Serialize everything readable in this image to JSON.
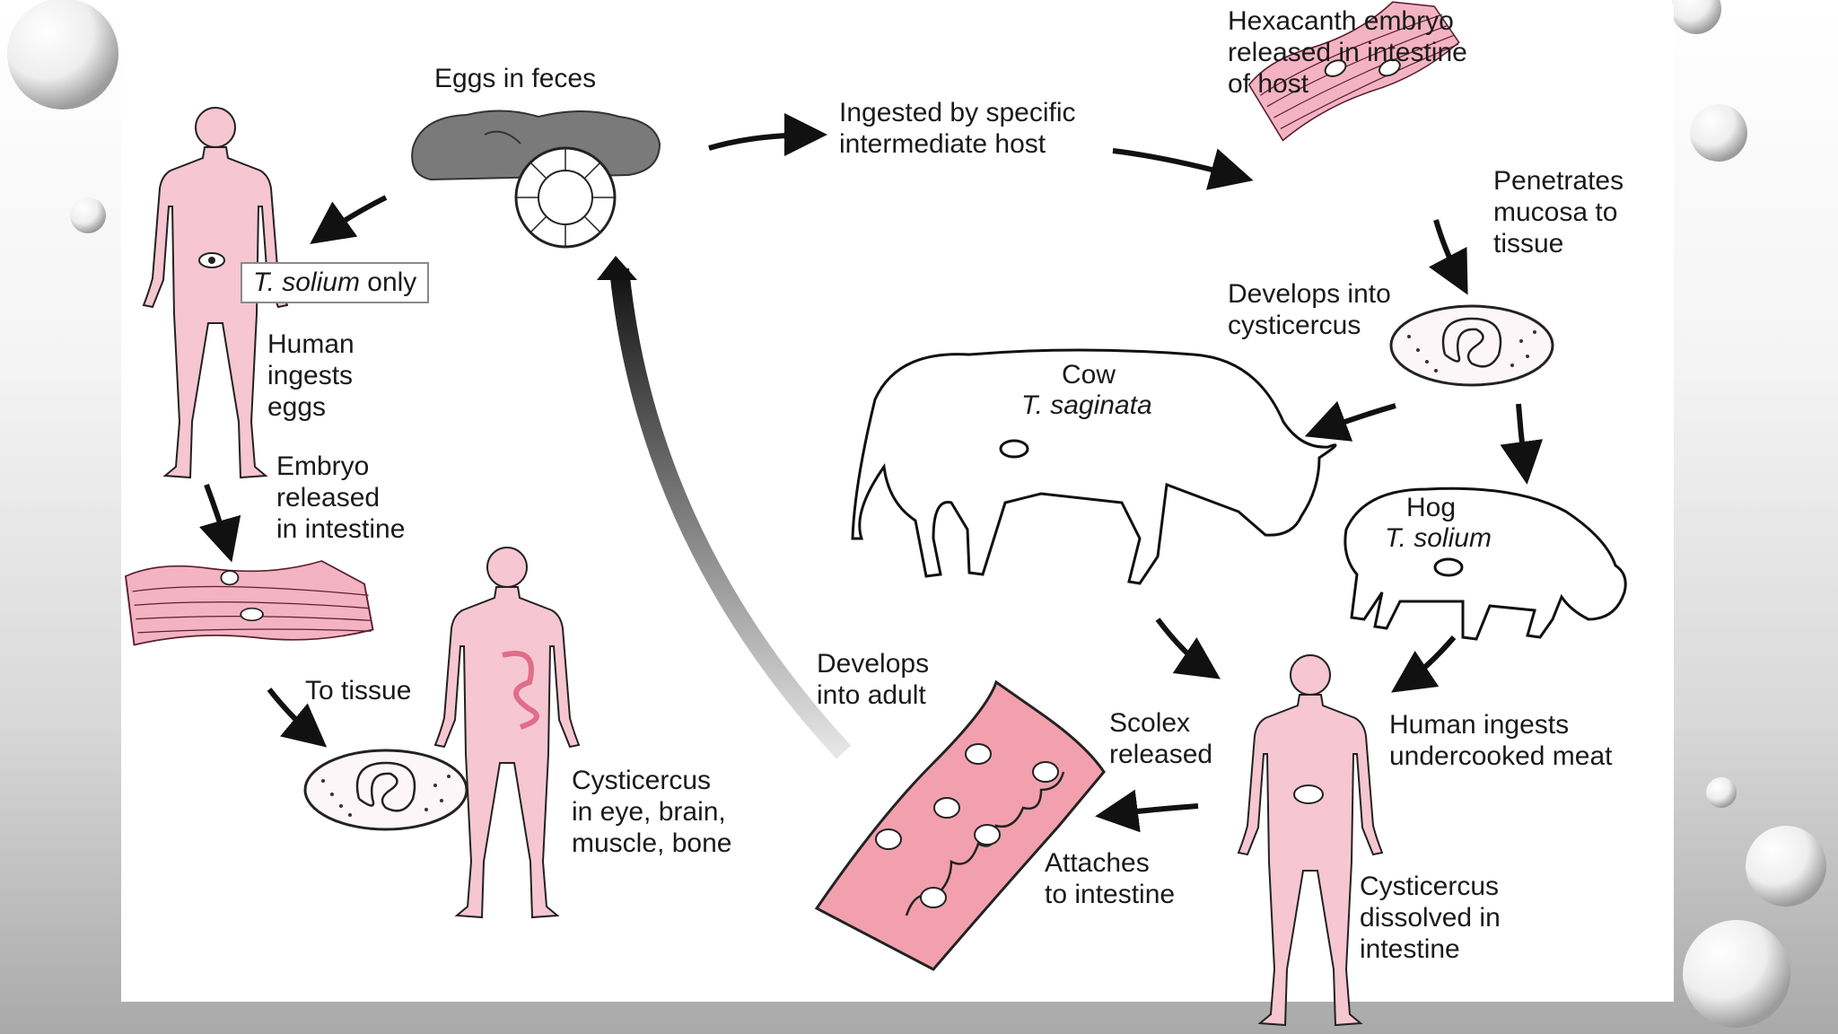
{
  "diagram": {
    "labels": {
      "eggs_in_feces": "Eggs in feces",
      "ingested_by_host": "Ingested by specific\nintermediate host",
      "hexacanth_embryo": "Hexacanth embryo\nreleased in intestine\nof host",
      "penetrates_mucosa": "Penetrates\nmucosa to\ntissue",
      "develops_cysticercus": "Develops into\ncysticercus",
      "cow": "Cow",
      "t_saginata": "T. saginata",
      "hog": "Hog",
      "t_solium_hog": "T. solium",
      "t_solium_only_italic": "T. solium",
      "t_solium_only_rest": " only",
      "human_ingests_eggs": "Human\ningests\neggs",
      "embryo_released": "Embryo\nreleased\nin intestine",
      "to_tissue": "To tissue",
      "cysticercus_locations": "Cysticercus\nin eye, brain,\nmuscle, bone",
      "develops_into_adult": "Develops\ninto adult",
      "scolex_released": "Scolex\nreleased",
      "attaches_to_intestine": "Attaches\nto intestine",
      "human_ingests_meat": "Human ingests\nundercooked meat",
      "cysticercus_dissolved": "Cysticercus\ndissolved in\nintestine"
    },
    "colors": {
      "human_fill": "#f7c6d3",
      "tissue_fill": "#f3b3c2",
      "intestine_fill": "#f2a0ad",
      "feces_fill": "#7a7a7a",
      "arrow": "#111111"
    }
  }
}
